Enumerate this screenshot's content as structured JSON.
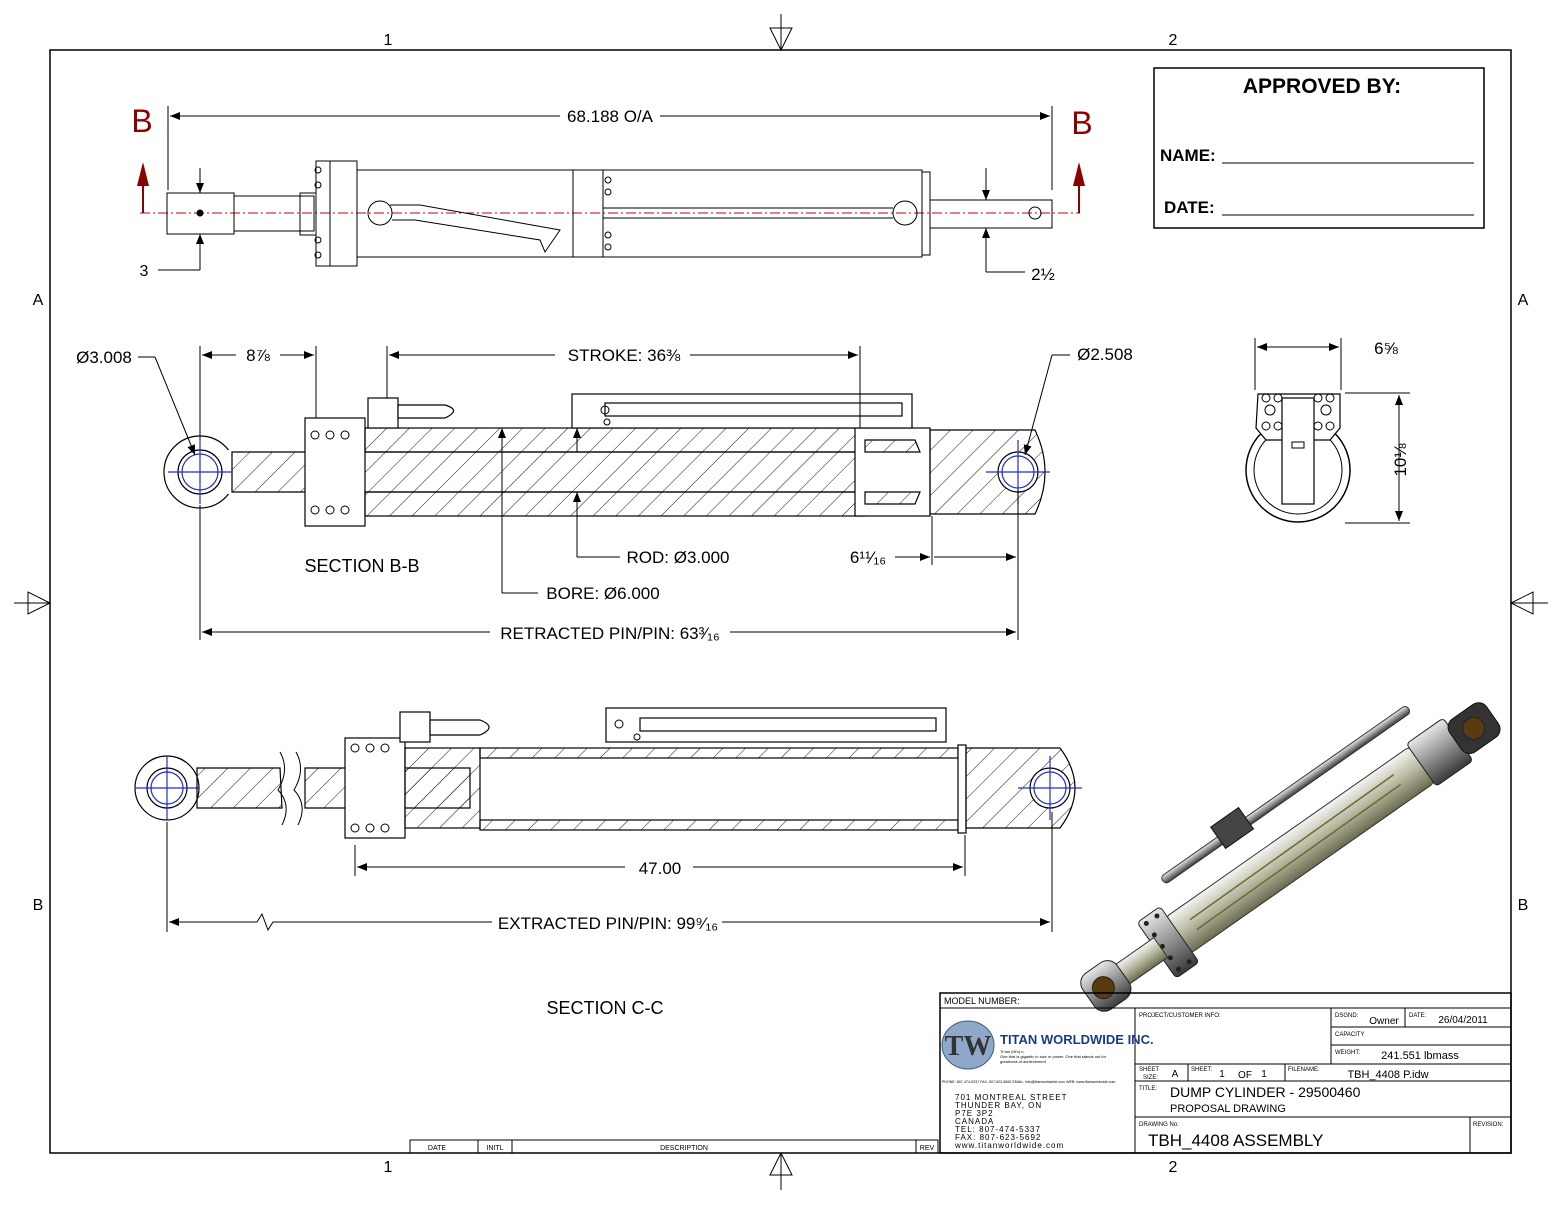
{
  "zones": {
    "col1": "1",
    "col2": "2",
    "rowA": "A",
    "rowB": "B"
  },
  "section_marks": {
    "left": "B",
    "right": "B"
  },
  "dims_top": {
    "overall": "68.188 O/A",
    "left": "3",
    "right": "2½"
  },
  "approval": {
    "title": "APPROVED BY:",
    "name_label": "NAME:",
    "date_label": "DATE:"
  },
  "section_bb": {
    "title": "SECTION B-B",
    "dia_left": "Ø3.008",
    "dia_right": "Ø2.508",
    "dim_878": "8⅞",
    "stroke": "STROKE: 36⅜",
    "rod": "ROD: Ø3.000",
    "bore": "BORE: Ø6.000",
    "dim_61116": "6¹¹⁄₁₆",
    "retracted": "RETRACTED PIN/PIN: 63³⁄₁₆"
  },
  "end_view": {
    "width": "6⅝",
    "height": "10⅛"
  },
  "section_cc": {
    "title": "SECTION C-C",
    "dim_47": "47.00",
    "extracted": "EXTRACTED PIN/PIN: 99⁹⁄₁₆"
  },
  "revision_table": {
    "date": "DATE",
    "initl": "INITL",
    "description": "DESCRIPTION",
    "rev": "REV"
  },
  "title_block": {
    "model_number_label": "MODEL NUMBER:",
    "company": "TITAN WORLDWIDE INC.",
    "tagline1": "Ti·tan (tīt'n) n.",
    "tagline2": "One that is gigantic in size or power. One that stands out for",
    "tagline3": "greatness of achievement",
    "contact_line": "PHONE: 807-474-5337    FAX: 807-623-5692    EMAIL: info@titanworldwide.com    WEB: www.titanworldwide.com",
    "address": [
      "701 MONTREAL STREET",
      "THUNDER BAY, ON",
      "P7E 3P2",
      "CANADA",
      "TEL: 807-474-5337",
      "FAX: 807-623-5692",
      "www.titanworldwide.com"
    ],
    "project_label": "PROJECT/CUSTOMER INFO:",
    "dsgnd_label": "DSGND:",
    "dsgnd": "Owner",
    "date_label": "DATE:",
    "date": "26/04/2011",
    "capacity_label": "CAPACITY",
    "weight_label": "WEIGHT:",
    "weight": "241.551 lbmass",
    "sheet_size_label1": "SHEET",
    "sheet_size_label2": "SIZE:",
    "sheet_size": "A",
    "sheet_label": "SHEET:",
    "sheet": "1",
    "of_label": "OF",
    "sheet_total": "1",
    "filename_label": "FILENAME:",
    "filename": "TBH_4408 P.idw",
    "title_label": "TITLE:",
    "title1": "DUMP CYLINDER - 29500460",
    "title2": "PROPOSAL DRAWING",
    "drawing_no_label": "DRAWING No:",
    "drawing_no": "TBH_4408 ASSEMBLY",
    "revision_label": "REVISION:"
  }
}
